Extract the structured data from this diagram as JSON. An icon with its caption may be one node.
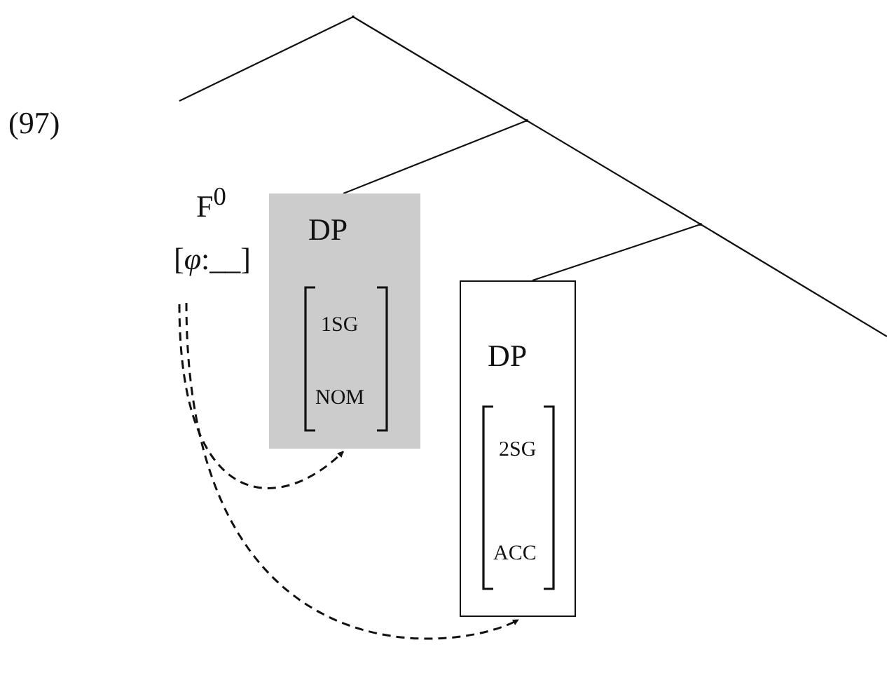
{
  "diagram": {
    "nodes": [
      {
        "text": [],
        "shape": "point"
      },
      {
        "text": [
          "F$^{0}$",
          "[*φ*:__]"
        ]
      },
      {
        "text": [],
        "shape": "point"
      },
      {
        "text": [
          "DP",
          "1SG",
          "NOM"
        ]
      },
      {
        "text": [],
        "shape": "point"
      },
      {
        "text": [
          "DP",
          "2SG",
          "ACC"
        ]
      }
    ],
    "edges": [
      {
        "from": 0,
        "to": 1,
        "arrow": "none"
      },
      {
        "from": 0,
        "to": 2,
        "arrow": "none"
      },
      {
        "from": 2,
        "to": 3,
        "arrow": "none"
      },
      {
        "from": 2,
        "to": 4,
        "arrow": "none"
      },
      {
        "from": 4,
        "to": 5,
        "arrow": "none"
      },
      {
        "from": 4,
        "to": null,
        "arrow": "none"
      },
      {
        "from": 1,
        "to": 3,
        "arrow": "to",
        "style": "dashed"
      },
      {
        "from": 1,
        "to": 5,
        "arrow": "to",
        "style": "dashed"
      }
    ],
    "labels": [
      "(97)"
    ]
  }
}
